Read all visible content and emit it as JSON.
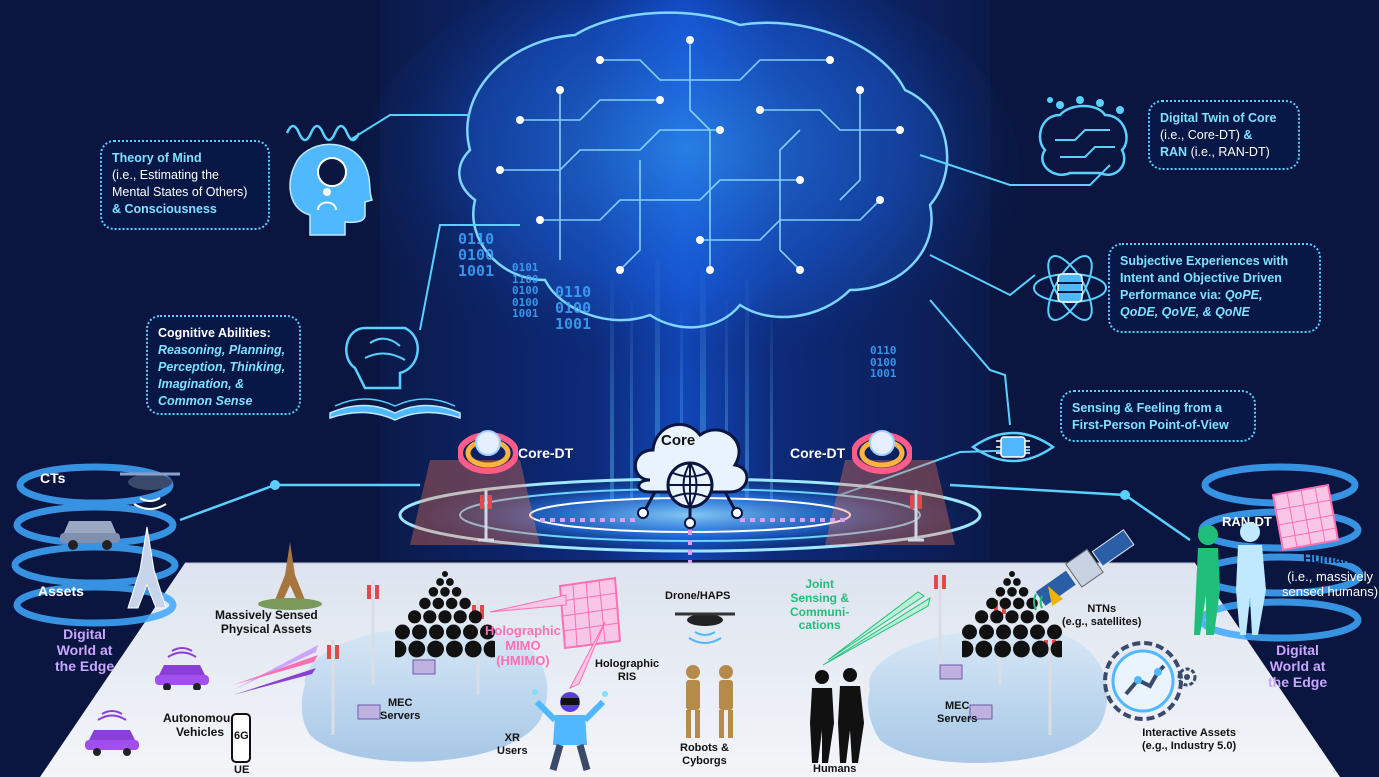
{
  "top_boxes": {
    "theory_of_mind": {
      "title": "Theory of Mind",
      "line1": "(i.e., Estimating the",
      "line2": "Mental States of Others)",
      "line3": "& Consciousness"
    },
    "cognitive": {
      "title": "Cognitive Abilities:",
      "line1": "Reasoning, Planning,",
      "line2": "Perception, Thinking,",
      "line3": "Imagination, &",
      "line4": "Common Sense"
    },
    "digital_twin": {
      "line1": "Digital Twin of Core",
      "line2a": "(i.e., Core-DT)",
      "line2b": "&",
      "line3a": "RAN",
      "line3b": "(i.e., RAN-DT)"
    },
    "subjective": {
      "line1": "Subjective Experiences with",
      "line2": "Intent and Objective Driven",
      "line3a": "Performance  via:",
      "line3b": "QoPE,",
      "line4": "QoDE, QoVE, & QoNE"
    },
    "sensing": {
      "line1": "Sensing & Feeling from a",
      "line2": "First-Person Point-of-View"
    }
  },
  "binary": {
    "block1": [
      "0110",
      "0100",
      "1001"
    ],
    "block2": [
      "0101",
      "1100",
      "0100",
      "0100",
      "1001"
    ],
    "block3": [
      "0110",
      "0100",
      "1001"
    ],
    "block4": [
      "0110",
      "0100",
      "1001"
    ]
  },
  "core": {
    "label": "Core",
    "core_dt_left": "Core-DT",
    "core_dt_right": "Core-DT"
  },
  "left_edge": {
    "cts": "CTs",
    "assets": "Assets",
    "digital_world": [
      "Digital",
      "World at",
      "the Edge"
    ]
  },
  "right_edge": {
    "ran_dt": "RAN-DT",
    "humanoids": "Humanoids",
    "humanoids_sub1": "(i.e., massively",
    "humanoids_sub2": "sensed humans)",
    "digital_world": [
      "Digital",
      "World at",
      "the Edge"
    ]
  },
  "ground": {
    "massively_sensed": [
      "Massively Sensed",
      "Physical Assets"
    ],
    "autonomous": [
      "Autonomous",
      "Vehicles"
    ],
    "ue": "UE",
    "six_g": "6G",
    "mec_left": [
      "MEC",
      "Servers"
    ],
    "mec_right": [
      "MEC",
      "Servers"
    ],
    "xr": [
      "XR",
      "Users"
    ],
    "hmimo": [
      "Holographic",
      "MIMO",
      "(HMIMO)"
    ],
    "holo_ris": [
      "Holographic",
      "RIS"
    ],
    "drone": "Drone/HAPS",
    "robots": [
      "Robots &",
      "Cyborgs"
    ],
    "joint": [
      "Joint",
      "Sensing &",
      "Communi-",
      "cations"
    ],
    "humans": "Humans",
    "ntns": [
      "NTNs",
      "(e.g., satellites)"
    ],
    "interactive": [
      "Interactive Assets",
      "(e.g., Industry 5.0)"
    ]
  },
  "colors": {
    "accent_cyan": "#5ad0ff",
    "pink": "#ff6fb5",
    "lavender": "#c9a6ff",
    "green": "#1fbf7a",
    "navy": "#0a1640"
  }
}
